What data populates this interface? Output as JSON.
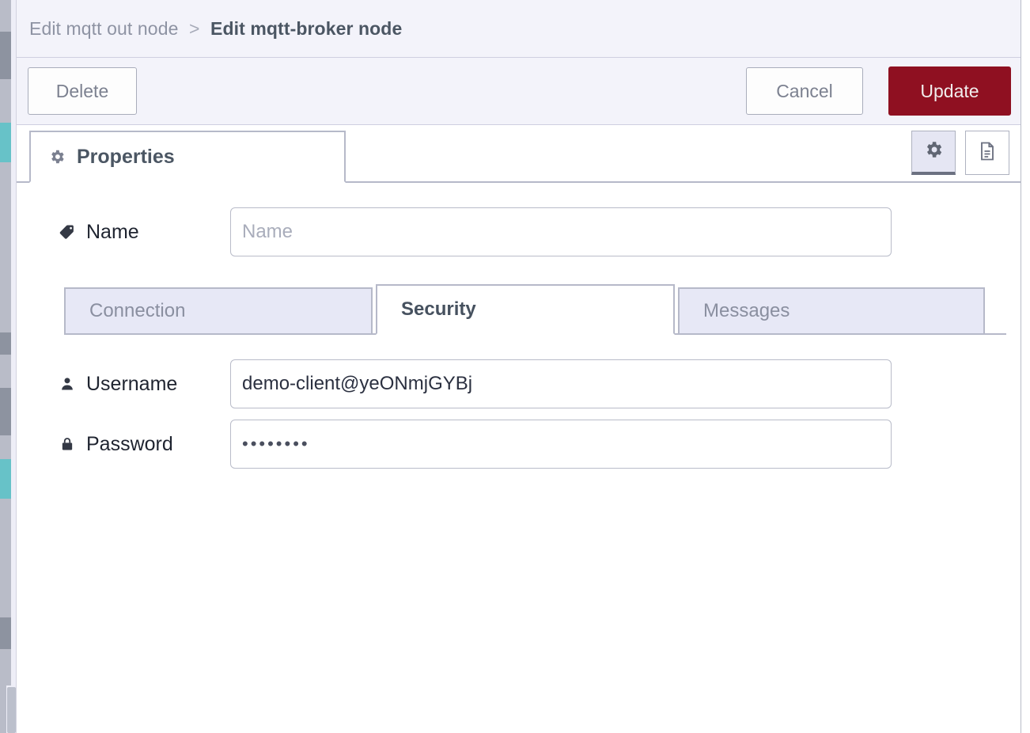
{
  "window": {
    "breadcrumb_parent": "Edit mqtt out node",
    "breadcrumb_separator": ">",
    "breadcrumb_current": "Edit mqtt-broker node"
  },
  "toolbar": {
    "delete_label": "Delete",
    "cancel_label": "Cancel",
    "update_label": "Update",
    "update_color": "#8f1021"
  },
  "tabs": {
    "main": [
      {
        "label": "Properties",
        "icon": "gear-icon",
        "active": true
      }
    ],
    "tools": [
      {
        "icon": "gear-icon",
        "active": true
      },
      {
        "icon": "description-icon",
        "active": false
      }
    ]
  },
  "form": {
    "name": {
      "label": "Name",
      "icon": "tag-icon",
      "value": "",
      "placeholder": "Name"
    },
    "subtabs": [
      {
        "id": "connection",
        "label": "Connection",
        "active": false
      },
      {
        "id": "security",
        "label": "Security",
        "active": true
      },
      {
        "id": "messages",
        "label": "Messages",
        "active": false
      }
    ],
    "username": {
      "label": "Username",
      "icon": "user-icon",
      "value": "demo-client@yeONmjGYBj",
      "placeholder": ""
    },
    "password": {
      "label": "Password",
      "icon": "lock-icon",
      "value": "••••••••",
      "placeholder": ""
    }
  }
}
